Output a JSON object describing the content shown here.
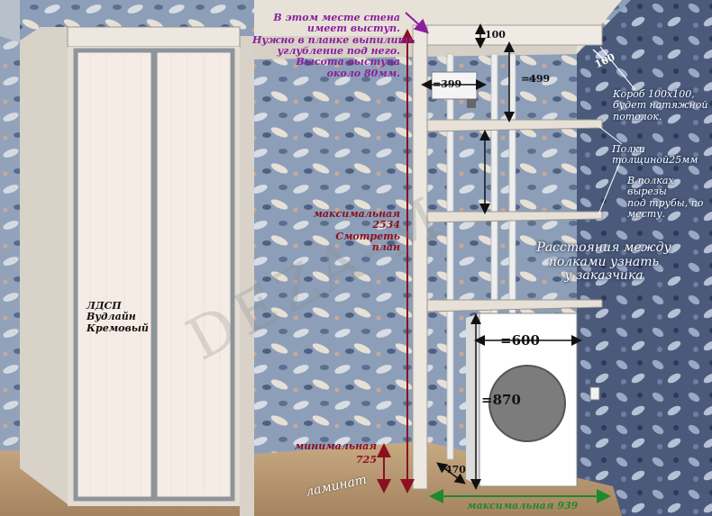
{
  "annotations": {
    "protrusion_note": [
      "В этом месте стена",
      "имеет выступ.",
      "Нужно в планке выпилить",
      "углубление под него.",
      "Высота выступа",
      "около 80мм."
    ],
    "max_height": [
      "максимальная",
      "2534",
      "Смотреть",
      "план"
    ],
    "min_label": "минимальная",
    "min_value": "725",
    "laminat": "ламинат",
    "box_note": [
      "Короб 100х100,",
      "будет натяжной",
      "потолок."
    ],
    "shelves_note": [
      "Полки",
      "толщиной25мм"
    ],
    "cutouts_note": [
      "В полках",
      "вырезы",
      "под трубы, по",
      "месту."
    ],
    "distance_note": [
      "Расстояния между",
      "полками узнать",
      "у заказчика"
    ],
    "material_note": [
      "ЛДСП",
      "Вудлайн",
      "Кремовый"
    ],
    "watermark": "DEZA-M"
  },
  "dimensions": {
    "top_gap": "100",
    "box_side": "100",
    "meter_width": "=399",
    "upper_height": "=499",
    "machine_width": "=600",
    "machine_height": "=870",
    "machine_gap": "470",
    "max_width": "максимальная 939"
  },
  "colors": {
    "wallpaper": "#8fa0b8",
    "floor": "#b89a74",
    "cabinet": "#e8e2da",
    "door": "#f6ece6",
    "profile": "#9a9fa6",
    "purple": "#8a1f9c",
    "maroon": "#8c1020",
    "green": "#1e8a2a"
  }
}
